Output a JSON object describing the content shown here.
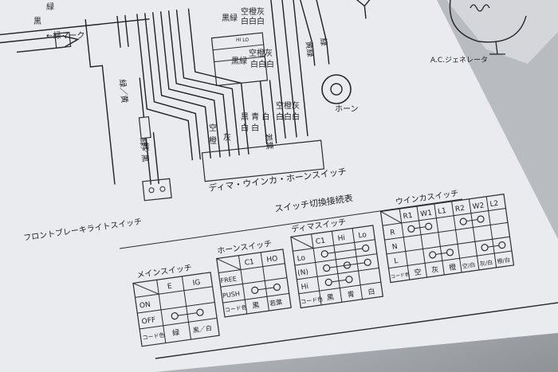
{
  "top_labels": {
    "green_top": "緑",
    "black": "黒",
    "green_mark": "←緑マーク",
    "ac_generator": "A.C.ジェネレータ",
    "horn": "ホーン",
    "yellow_green": "黄緑",
    "green_right": "緑",
    "sky_orange_gray_1": "空橙灰",
    "white_row_1": "白白白",
    "black_green_1": "黒緑",
    "sky_orange_gray_2": "空橙灰",
    "white_row_2": "白白白",
    "black_green_2": "黒緑",
    "hi_lo": "HI LO",
    "green_yellow": "緑／黄",
    "green_black": "緑／黒",
    "yellow": "黄"
  },
  "switch_labels": {
    "sky_orange_gray": "空橙灰",
    "white_white_white": "白白白",
    "yellow_green": "若葉",
    "sky": "空",
    "orange": "橙",
    "gray": "灰",
    "black_blue_white": "黒 青 白",
    "green_white": "白 白"
  },
  "captions": {
    "dimmer_winker_horn": "ディマ・ウインカ・ホーンスイッチ",
    "front_brake_light": "フロントブレーキライトスイッチ",
    "connection_table": "スイッチ切換接続表"
  },
  "tables": {
    "main_switch": {
      "title": "メインスイッチ",
      "header": [
        "",
        "E",
        "IG"
      ],
      "rows": [
        "ON",
        "OFF"
      ],
      "footer": [
        "コード色",
        "緑",
        "黒／白"
      ]
    },
    "horn_switch": {
      "title": "ホーンスイッチ",
      "header": [
        "",
        "C1",
        "HO"
      ],
      "rows": [
        "FREE",
        "PUSH"
      ],
      "footer": [
        "コード色",
        "黒",
        "若葉"
      ]
    },
    "dimmer_switch": {
      "title": "ディマスイッチ",
      "header": [
        "",
        "C1",
        "Hi",
        "Lo"
      ],
      "rows": [
        "Lo",
        "(N)",
        "Hi"
      ],
      "footer": [
        "コード色",
        "黒",
        "青",
        "白"
      ]
    },
    "winker_switch": {
      "title": "ウインカスイッチ",
      "header": [
        "",
        "R1",
        "W1",
        "L1",
        "R2",
        "W2",
        "L2"
      ],
      "rows": [
        "R",
        "N",
        "L"
      ],
      "footer": [
        "コード色",
        "空",
        "灰",
        "橙",
        "空/白",
        "灰/白",
        "橙/白"
      ]
    }
  }
}
